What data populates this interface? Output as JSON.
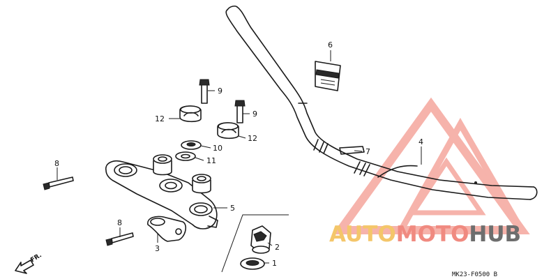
{
  "diagram": {
    "code": "MK23-F0500 B",
    "direction_label": "FR.",
    "callouts": {
      "c1": "1",
      "c2": "2",
      "c3": "3",
      "c4": "4",
      "c5": "5",
      "c6": "6",
      "c7": "7",
      "c8a": "8",
      "c8b": "8",
      "c9a": "9",
      "c9b": "9",
      "c10": "10",
      "c11": "11",
      "c12a": "12",
      "c12b": "12"
    }
  },
  "watermark": {
    "part_a": "AUTO",
    "part_b": "MOTO",
    "part_c": "HUB",
    "colors": {
      "yellow": "#f4c66a",
      "red": "#f08a80",
      "gray": "#6e6e6e"
    }
  }
}
